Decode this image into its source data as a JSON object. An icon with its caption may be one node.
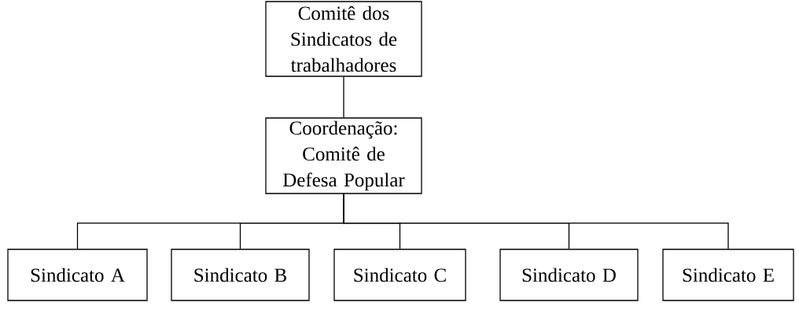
{
  "diagram": {
    "nodes": [
      {
        "text": [
          "Comitê dos Sindicatos de trabalhadores"
        ]
      },
      {
        "text": [
          "Coordenação: Comitê de Defesa Popular"
        ]
      },
      {
        "text": [
          "Sindicato A"
        ]
      },
      {
        "text": [
          "Sindicato B"
        ]
      },
      {
        "text": [
          "Sindicato C"
        ]
      },
      {
        "text": [
          "Sindicato D"
        ]
      },
      {
        "text": [
          "Sindicato E"
        ]
      }
    ],
    "edges": [
      {
        "from": 0,
        "to": 1,
        "arrow": "none"
      },
      {
        "from": 1,
        "to": 2,
        "arrow": "none"
      },
      {
        "from": 1,
        "to": 3,
        "arrow": "none"
      },
      {
        "from": 1,
        "to": 4,
        "arrow": "none"
      },
      {
        "from": 1,
        "to": 5,
        "arrow": "none"
      },
      {
        "from": 1,
        "to": 6,
        "arrow": "none"
      }
    ]
  }
}
